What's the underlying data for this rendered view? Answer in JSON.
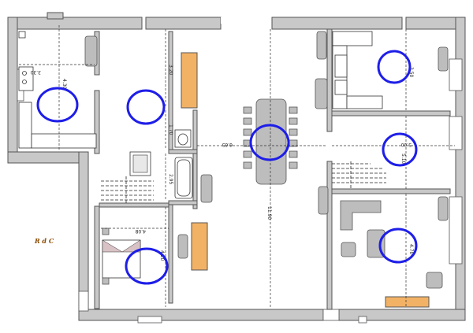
{
  "plan": {
    "level_label": "R d C",
    "colors": {
      "circle": "#1e1ee8",
      "accent": "#f2b266",
      "wall": "#c8c8c8",
      "label": "#8a4a00"
    },
    "dimensions": {
      "d1": "4.30",
      "d2": "3.30",
      "d3": "3.20",
      "d4": "1.70",
      "d5": "2.95",
      "d6": "4.08",
      "d7": "4.20",
      "d8": "6.65",
      "d9": "11.90",
      "d10": "3.50",
      "d11": "5.10",
      "d12": "5.00",
      "d13": "4.70"
    }
  }
}
